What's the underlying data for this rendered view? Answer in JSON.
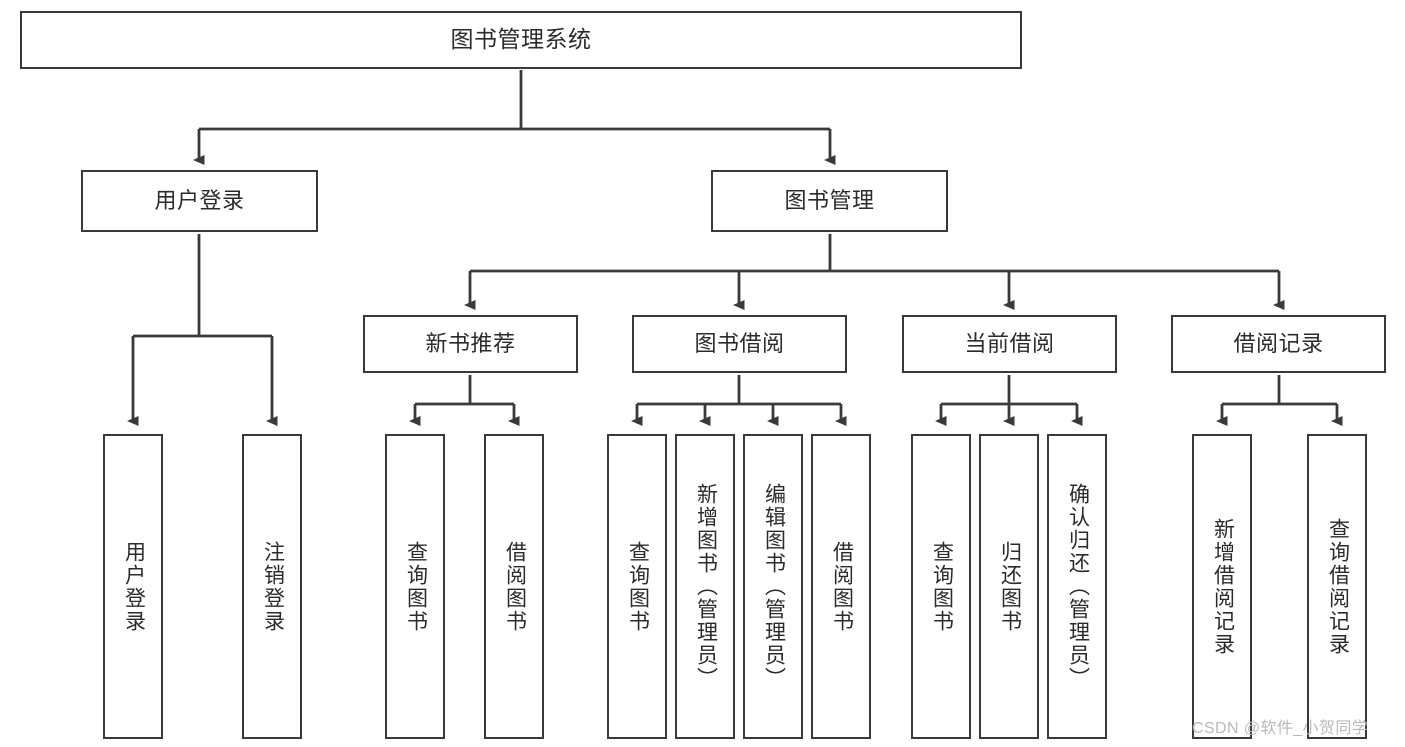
{
  "diagram": {
    "type": "tree-hierarchy-diagram",
    "title": "图书管理系统",
    "colors": {
      "box_border": "#3a3a3a",
      "box_fill": "#ffffff",
      "text": "#2b2b2b",
      "connector": "#3a3a3a",
      "background": "#ffffff",
      "watermark": "#b9b9b9"
    },
    "nodes": {
      "root": {
        "label": "图书管理系统"
      },
      "level2": [
        {
          "label": "用户登录"
        },
        {
          "label": "图书管理"
        }
      ],
      "level3": [
        {
          "label": "新书推荐"
        },
        {
          "label": "图书借阅"
        },
        {
          "label": "当前借阅"
        },
        {
          "label": "借阅记录"
        }
      ],
      "leaves": {
        "user_login": [
          {
            "label": "用户登录"
          },
          {
            "label": "注销登录"
          }
        ],
        "new_book_recommend": [
          {
            "label": "查询图书"
          },
          {
            "label": "借阅图书"
          }
        ],
        "book_borrow": [
          {
            "label": "查询图书"
          },
          {
            "label": "新增图书（管理员）"
          },
          {
            "label": "编辑图书（管理员）"
          },
          {
            "label": "借阅图书"
          }
        ],
        "current_borrow": [
          {
            "label": "查询图书"
          },
          {
            "label": "归还图书"
          },
          {
            "label": "确认归还（管理员）"
          }
        ],
        "borrow_record": [
          {
            "label": "新增借阅记录"
          },
          {
            "label": "查询借阅记录"
          }
        ]
      }
    },
    "watermark": "CSDN @软件_小贺同学"
  }
}
